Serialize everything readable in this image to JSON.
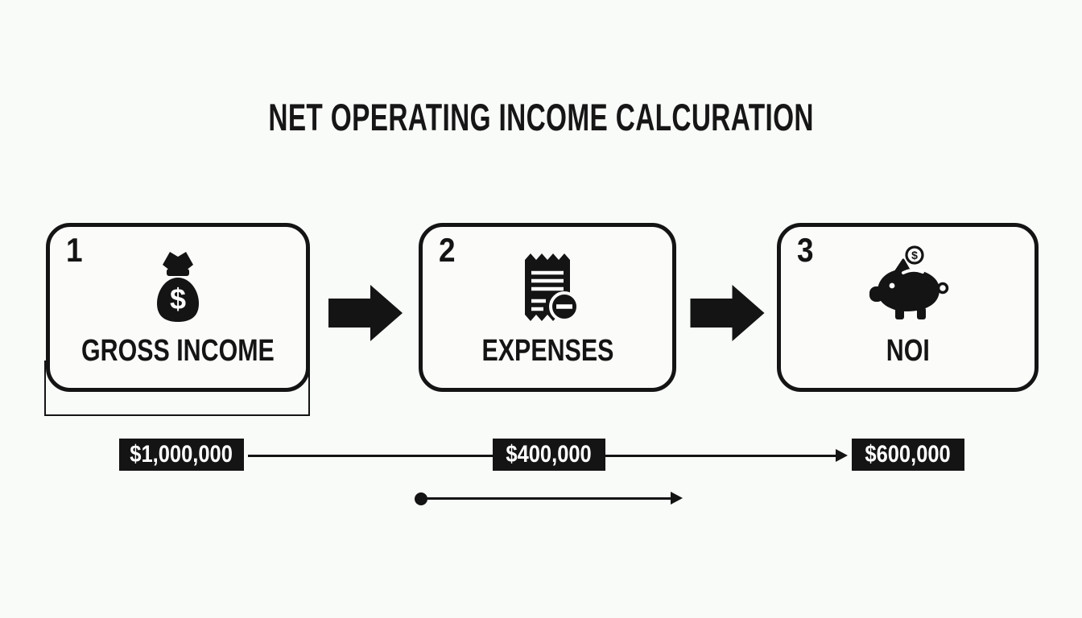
{
  "title": "NET OPERATING INCOME CALCURATION",
  "steps": [
    {
      "number": "1",
      "label": "GROSS INCOME",
      "icon": "money-bag-icon",
      "value": "$1,000,000"
    },
    {
      "number": "2",
      "label": "EXPENSES",
      "icon": "receipt-deduction-icon",
      "value": "$400,000"
    },
    {
      "number": "3",
      "label": "NOI",
      "icon": "piggy-bank-icon",
      "value": "$600,000"
    }
  ],
  "icons": {
    "money_bag_symbol": "$",
    "coin_symbol": "$"
  },
  "colors": {
    "background": "#f9fbf8",
    "ink": "#141414",
    "badge_background": "#141414",
    "badge_text": "#ffffff"
  }
}
